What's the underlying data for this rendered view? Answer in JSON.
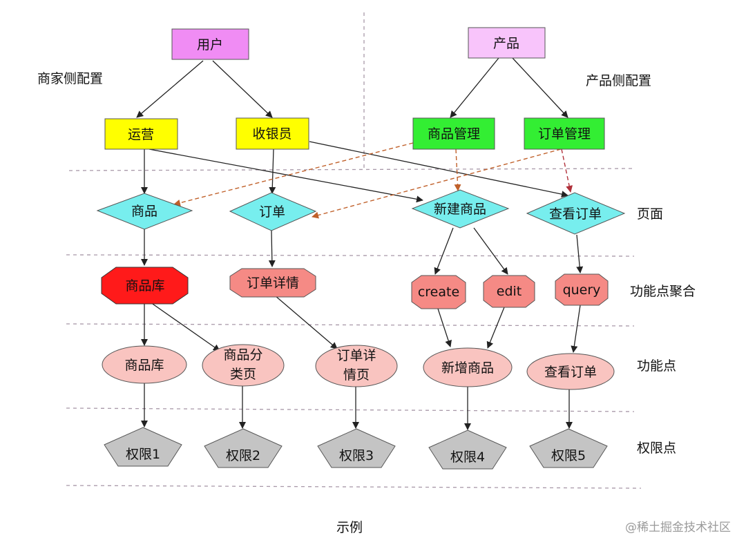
{
  "diagram": {
    "left_section_label": "商家侧配置",
    "right_section_label": "产品侧配置",
    "rows": {
      "page": "页面",
      "feature_group": "功能点聚合",
      "feature": "功能点",
      "permission": "权限点"
    },
    "caption": "示例",
    "watermark": "@稀土掘金技术社区",
    "nodes": {
      "user": "用户",
      "product": "产品",
      "ops": "运营",
      "cashier": "收银员",
      "goods_mgmt": "商品管理",
      "order_mgmt": "订单管理",
      "page_goods": "商品",
      "page_order": "订单",
      "page_new_goods": "新建商品",
      "page_view_order": "查看订单",
      "agg_goods_lib": "商品库",
      "agg_order_detail": "订单详情",
      "agg_create": "create",
      "agg_edit": "edit",
      "agg_query": "query",
      "feat_goods_lib": "商品库",
      "feat_goods_cat_l1": "商品分",
      "feat_goods_cat_l2": "类页",
      "feat_order_detail_l1": "订单详",
      "feat_order_detail_l2": "情页",
      "feat_add_goods": "新增商品",
      "feat_view_order": "查看订单",
      "perm1": "权限1",
      "perm2": "权限2",
      "perm3": "权限3",
      "perm4": "权限4",
      "perm5": "权限5"
    },
    "colors": {
      "role_top": "#f08cf4",
      "role_top_light": "#f8c4fb",
      "role_mid": "#ffff00",
      "module": "#33ee33",
      "page": "#77eeee",
      "agg_strong": "#ff1a1a",
      "agg": "#f58a85",
      "feature": "#f9c4c0",
      "permission": "#c4c4c4",
      "dashed_link": "#c0602a"
    }
  }
}
